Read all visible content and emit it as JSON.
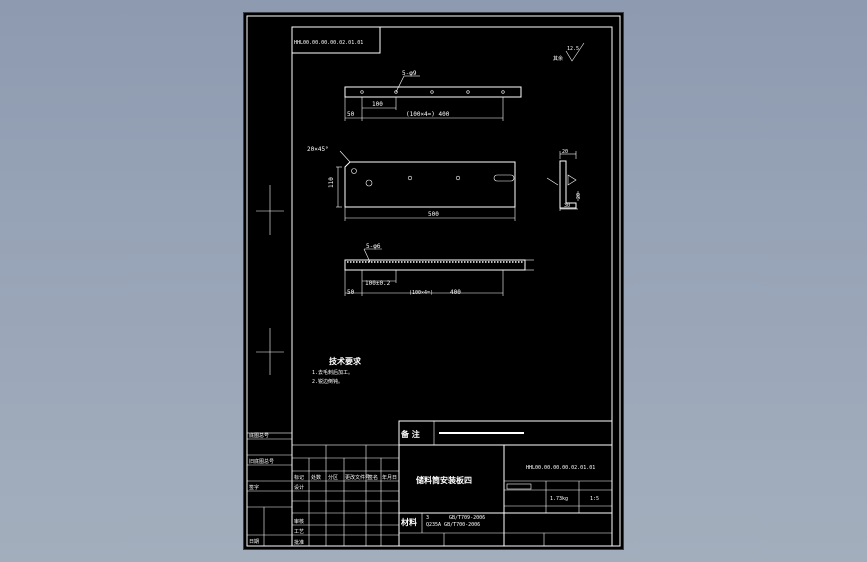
{
  "drawing": {
    "code_rotated": "HHL00.00.00.00.02.01.01",
    "roughness": {
      "value": "12.5",
      "label": "其余"
    },
    "view1": {
      "holes": "5-φ9",
      "pitch": "100",
      "offset": "50",
      "span": "(100×4=) 400"
    },
    "view2": {
      "chamfer": "20×45°",
      "height": "110",
      "length": "500"
    },
    "section": {
      "top": "20",
      "side": "20",
      "bottom": "30"
    },
    "view3": {
      "holes": "5-φ6",
      "pitch": "100±0.2",
      "offset": "50",
      "span_label": "(100×4=)",
      "span": "400"
    },
    "notes": {
      "title": "技术要求",
      "line1": "1.去毛刺后加工。",
      "line2": "2.锐边倒钝。"
    }
  },
  "title_block": {
    "material_label": "备 注",
    "part_name": "储料筒安装板四",
    "drawing_no": "HHL00.00.00.00.02.01.01",
    "weight": "1.73kg",
    "scale": "1:5",
    "material_row1_a": "3",
    "material_row1_b": "GB/T709-2006",
    "material_row2": "Q235A GB/T700-2006",
    "material_head": "材料",
    "left_labels": [
      "底图总号",
      "旧底图总号",
      "签字",
      "日期",
      "标记"
    ],
    "small_labels": [
      "标记",
      "处数",
      "分区",
      "更改文件号",
      "签名",
      "年月日",
      "设计",
      "审核",
      "工艺",
      "批准"
    ]
  },
  "colors": {
    "background": "#000000",
    "lines": "#ffffff",
    "outer": "#9aa6b8"
  }
}
